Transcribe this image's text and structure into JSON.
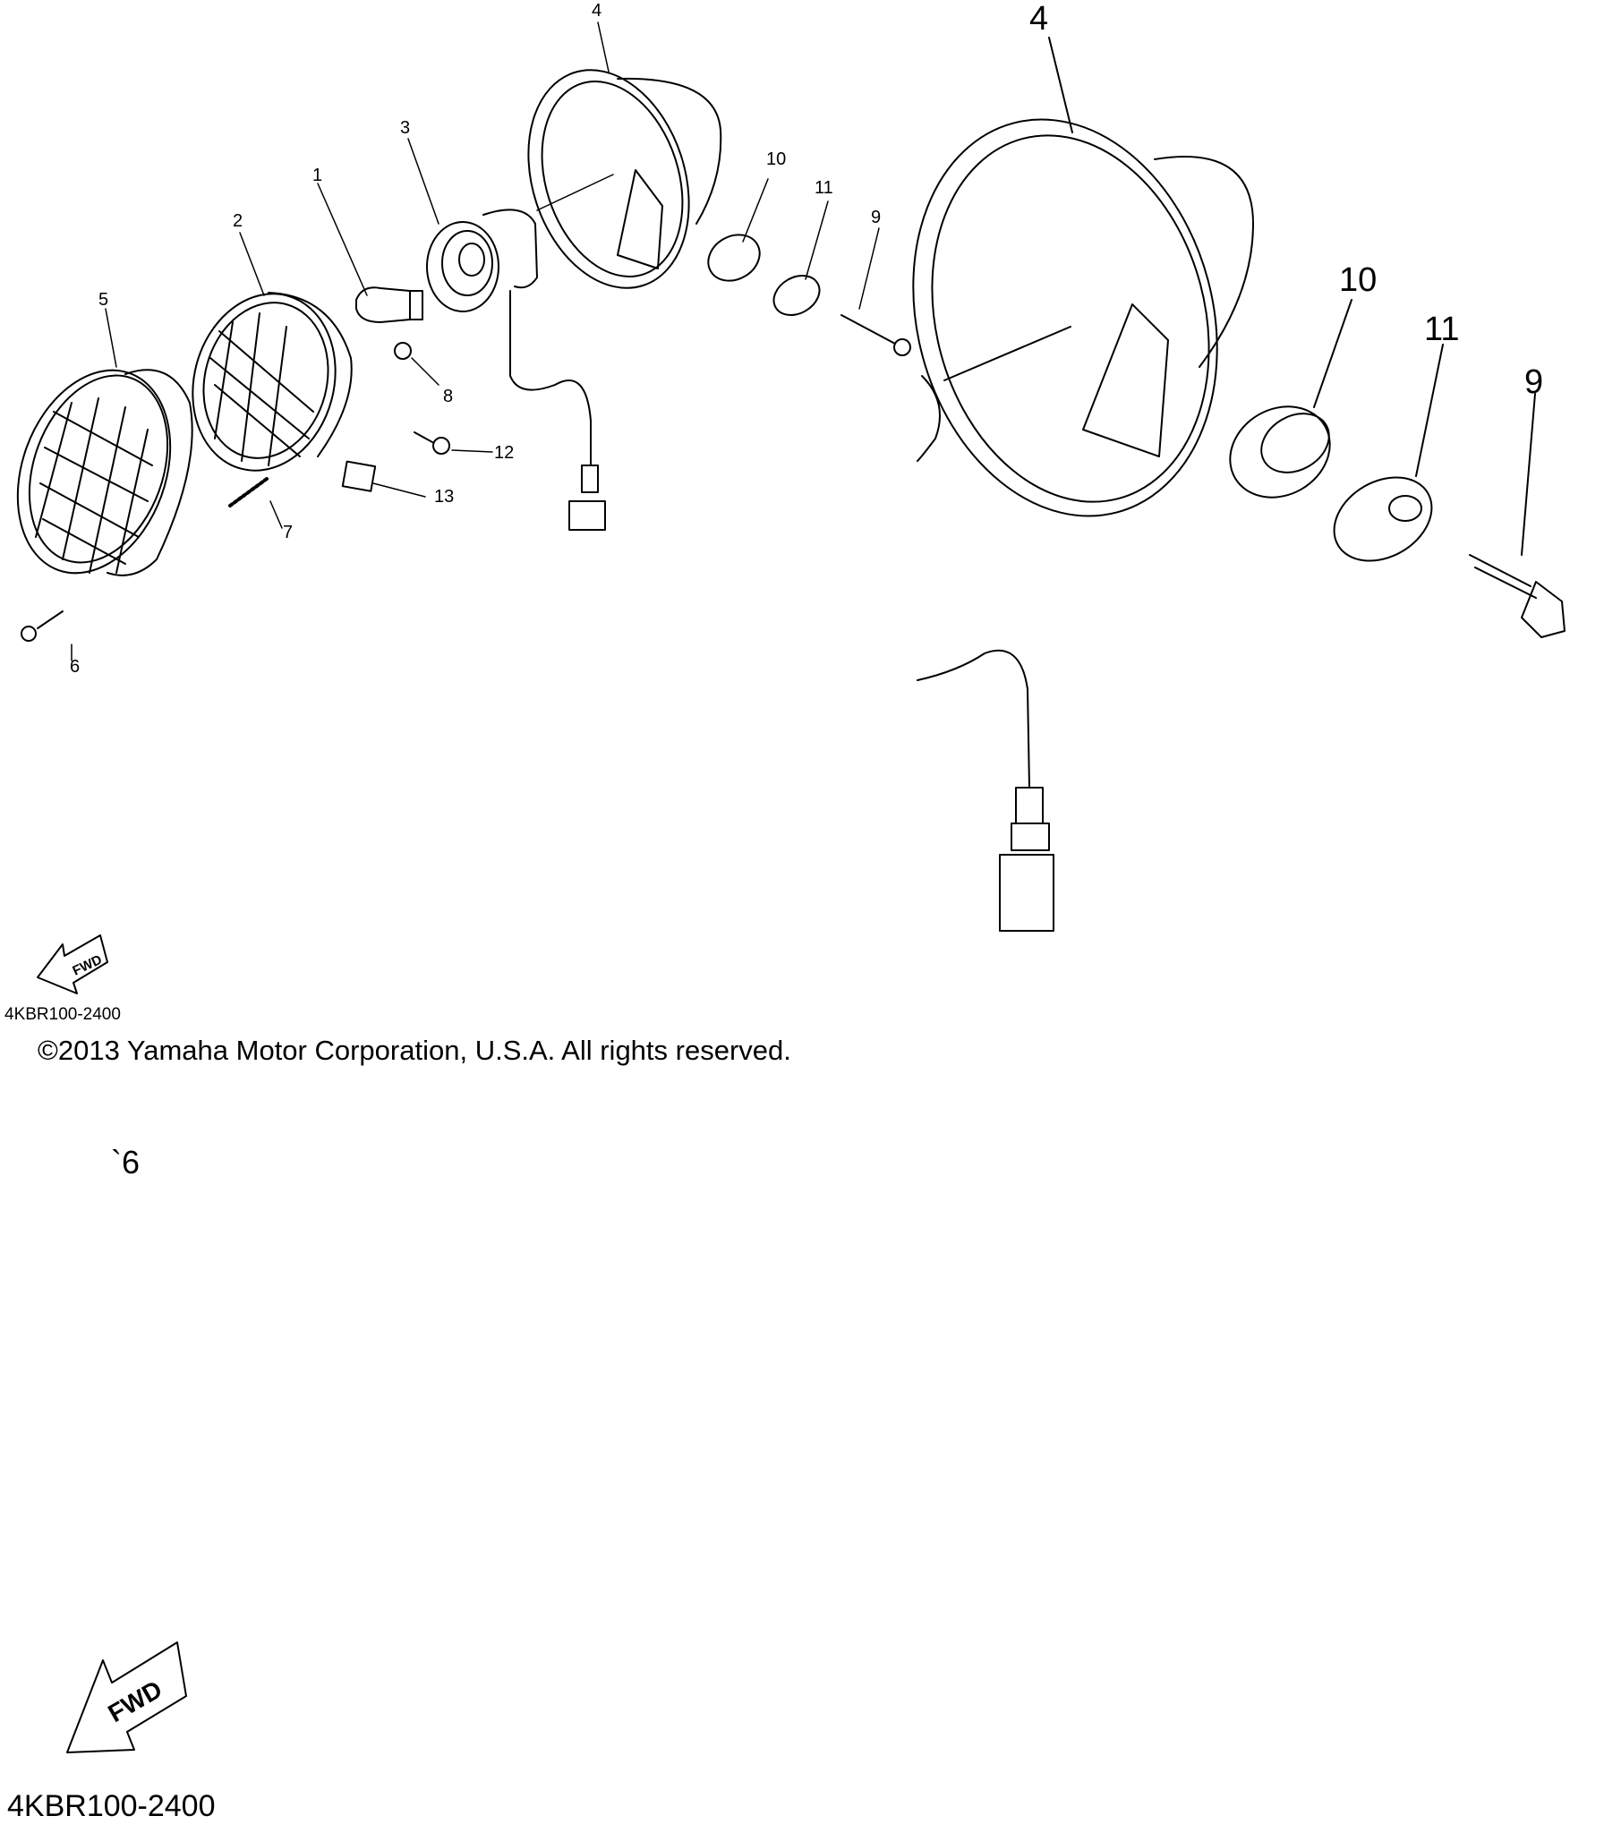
{
  "callouts_small": [
    "4",
    "3",
    "1",
    "2",
    "5",
    "10",
    "11",
    "9",
    "8",
    "12",
    "13",
    "7",
    "6"
  ],
  "callouts_large": [
    "4",
    "10",
    "11",
    "9"
  ],
  "fwd_arrow_label": "FWD",
  "diagram_code": "4KBR100-2400",
  "copyright": "©2013 Yamaha Motor Corporation, U.S.A. All rights reserved.",
  "stray_mark": "`6",
  "icons": [
    "fwd-arrow-icon",
    "fwd-arrow-icon"
  ]
}
